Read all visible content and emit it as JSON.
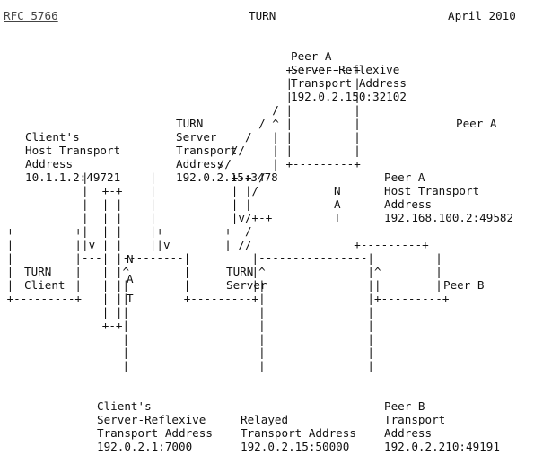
{
  "header": {
    "rfc": "RFC 5766",
    "title": "TURN",
    "date": "April 2010"
  },
  "diagram": {
    "nat_glyph": "N\nA\nT",
    "turn_client": "TURN\nClient",
    "turn_server": "TURN\nServer",
    "peer_a": "Peer A",
    "peer_b": "Peer B",
    "client_host_address": "Client's\nHost Transport\nAddress\n10.1.1.2:49721",
    "turn_server_address": "TURN\nServer\nTransport\nAddress\n192.0.2.15:3478",
    "peer_a_srflx_address": "Peer A\nServer-Reflexive\nTransport Address\n192.0.2.150:32102",
    "peer_a_host_address": "Peer A\nHost Transport\nAddress\n192.168.100.2:49582",
    "client_srflx_address": "Client's\nServer-Reflexive\nTransport Address\n192.0.2.1:7000",
    "relayed_address": "Relayed\nTransport Address\n192.0.2.15:50000",
    "peer_b_address": "Peer B\nTransport\nAddress\n192.0.2.210:49191"
  }
}
